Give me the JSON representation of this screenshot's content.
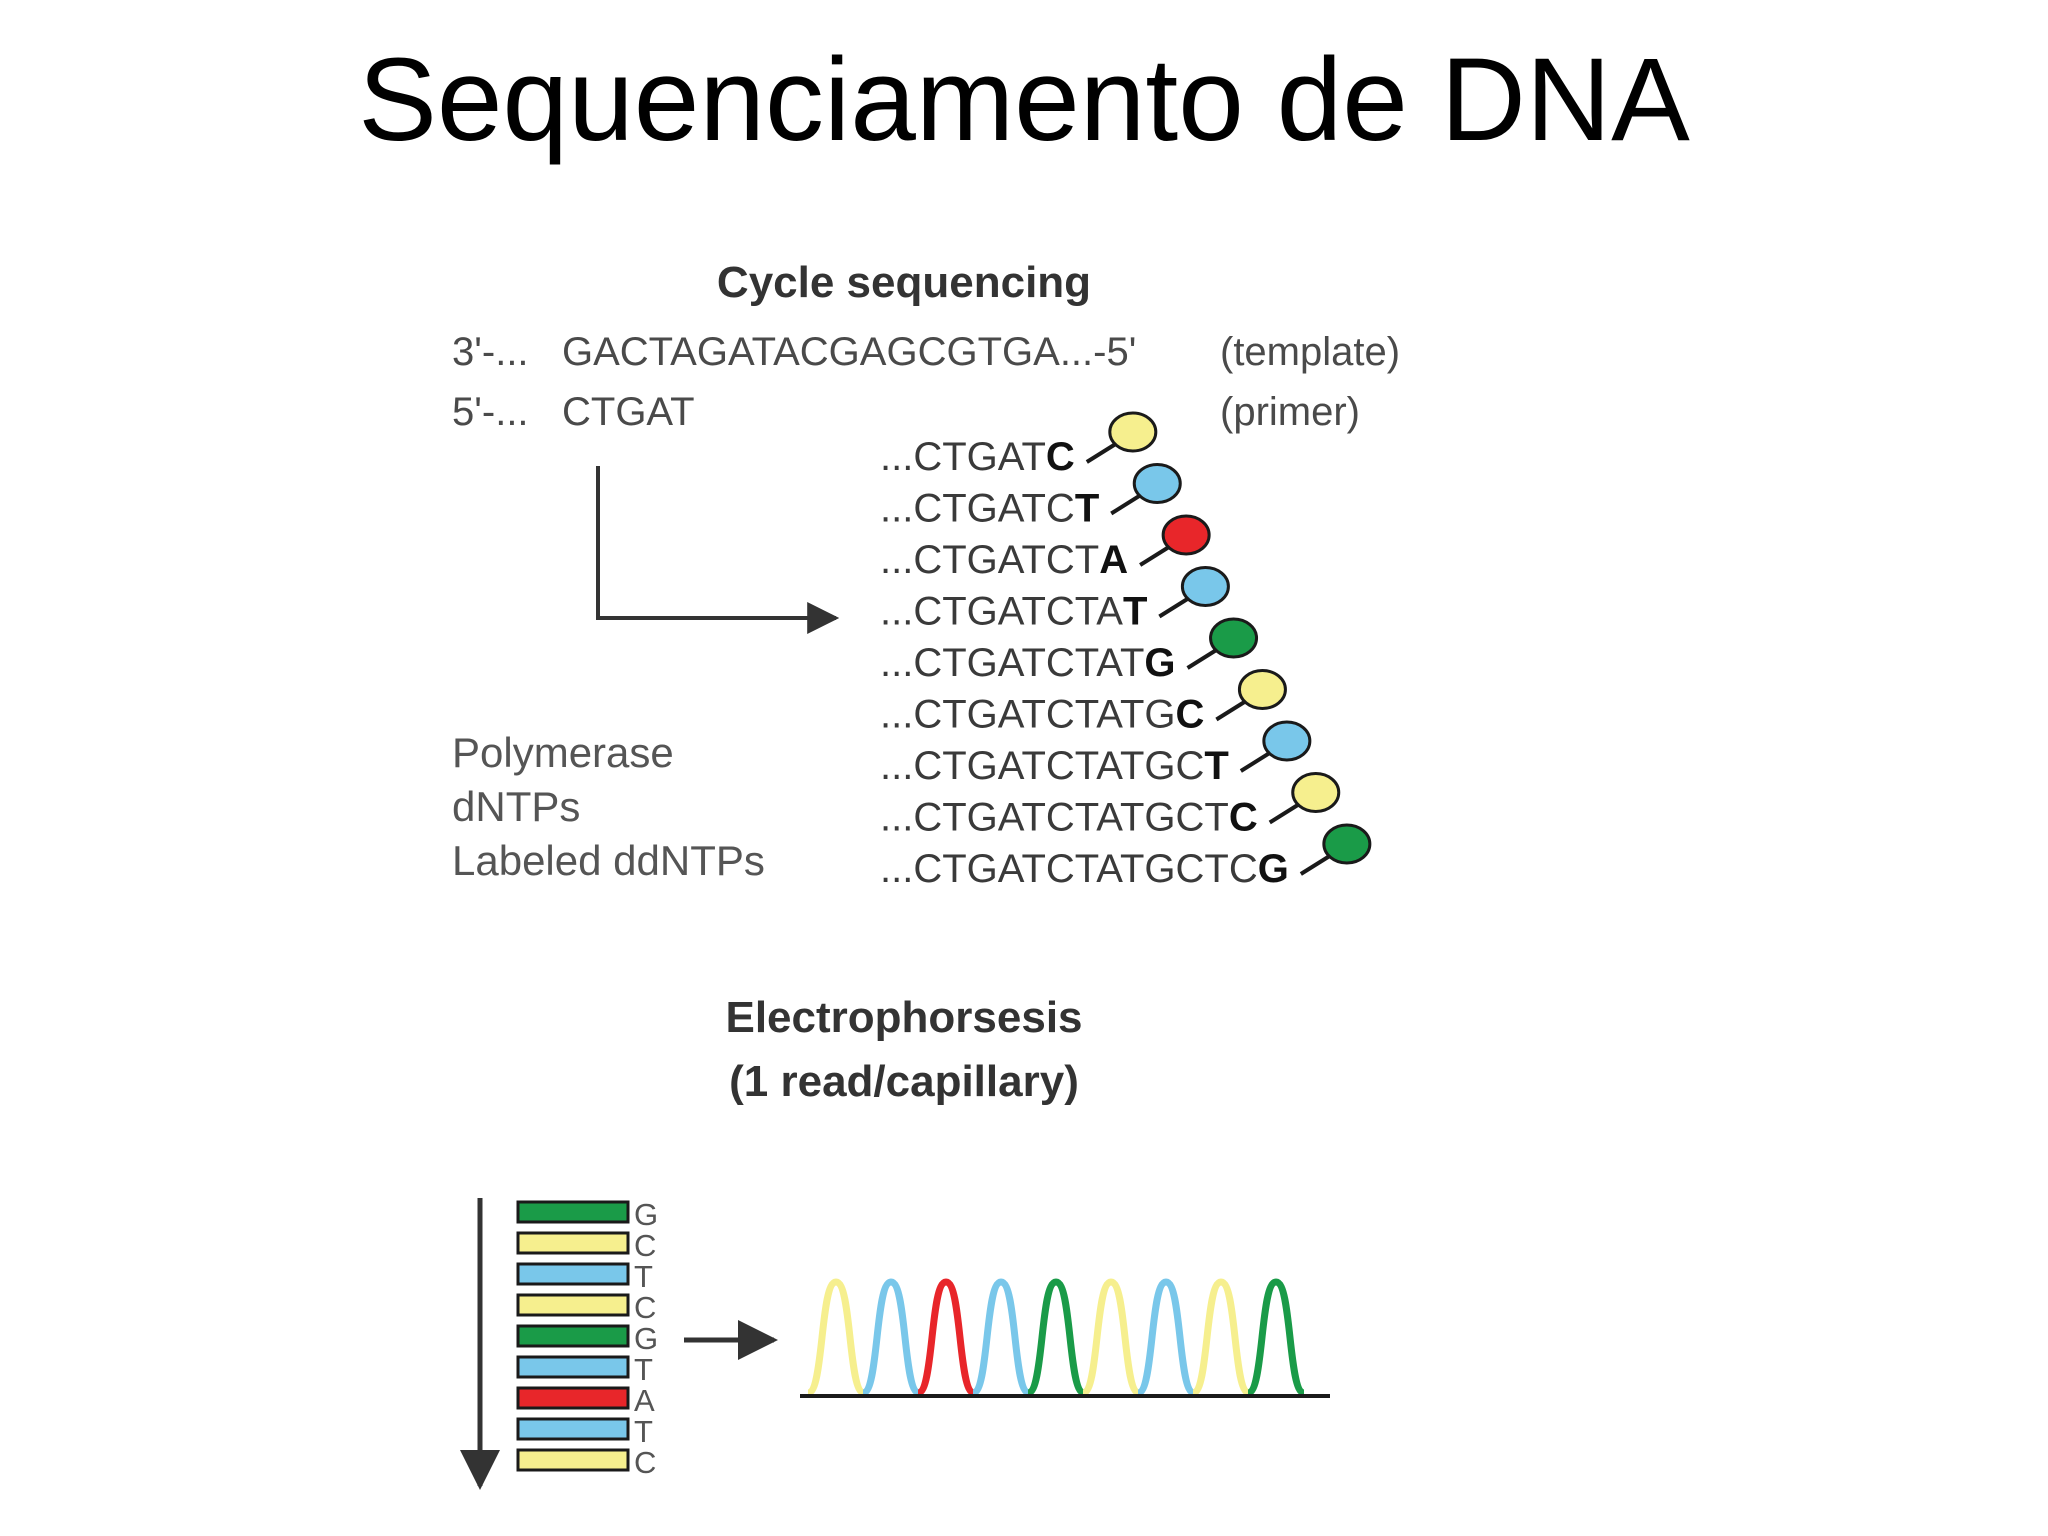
{
  "slide": {
    "title": "Sequenciamento de DNA"
  },
  "cycle": {
    "heading": "Cycle sequencing",
    "template": {
      "prefix": "3'-...",
      "sequence": "GACTAGATACGAGCGTGA...-5'",
      "label": "(template)"
    },
    "primer": {
      "prefix": "5'-...",
      "sequence": "CTGAT",
      "label": "(primer)"
    },
    "reagents": [
      "Polymerase",
      "dNTPs",
      "Labeled ddNTPs"
    ],
    "fragments": [
      {
        "prefix": "...CTGAT",
        "last": "C"
      },
      {
        "prefix": "...CTGATC",
        "last": "T"
      },
      {
        "prefix": "...CTGATCT",
        "last": "A"
      },
      {
        "prefix": "...CTGATCTA",
        "last": "T"
      },
      {
        "prefix": "...CTGATCTAT",
        "last": "G"
      },
      {
        "prefix": "...CTGATCTATG",
        "last": "C"
      },
      {
        "prefix": "...CTGATCTATGC",
        "last": "T"
      },
      {
        "prefix": "...CTGATCTATGCT",
        "last": "C"
      },
      {
        "prefix": "...CTGATCTATGCTC",
        "last": "G"
      }
    ]
  },
  "electrophoresis": {
    "heading_line1": "Electrophorsesis",
    "heading_line2": "(1 read/capillary)",
    "bands": [
      "G",
      "C",
      "T",
      "C",
      "G",
      "T",
      "A",
      "T",
      "C"
    ],
    "trace": [
      "C",
      "T",
      "A",
      "T",
      "G",
      "C",
      "T",
      "C",
      "G"
    ]
  },
  "colors": {
    "A": "#e8262a",
    "C": "#f6ef8e",
    "G": "#1a9b48",
    "T": "#79c7ea",
    "outline": "#1a1a1a",
    "arrow": "#333333"
  }
}
